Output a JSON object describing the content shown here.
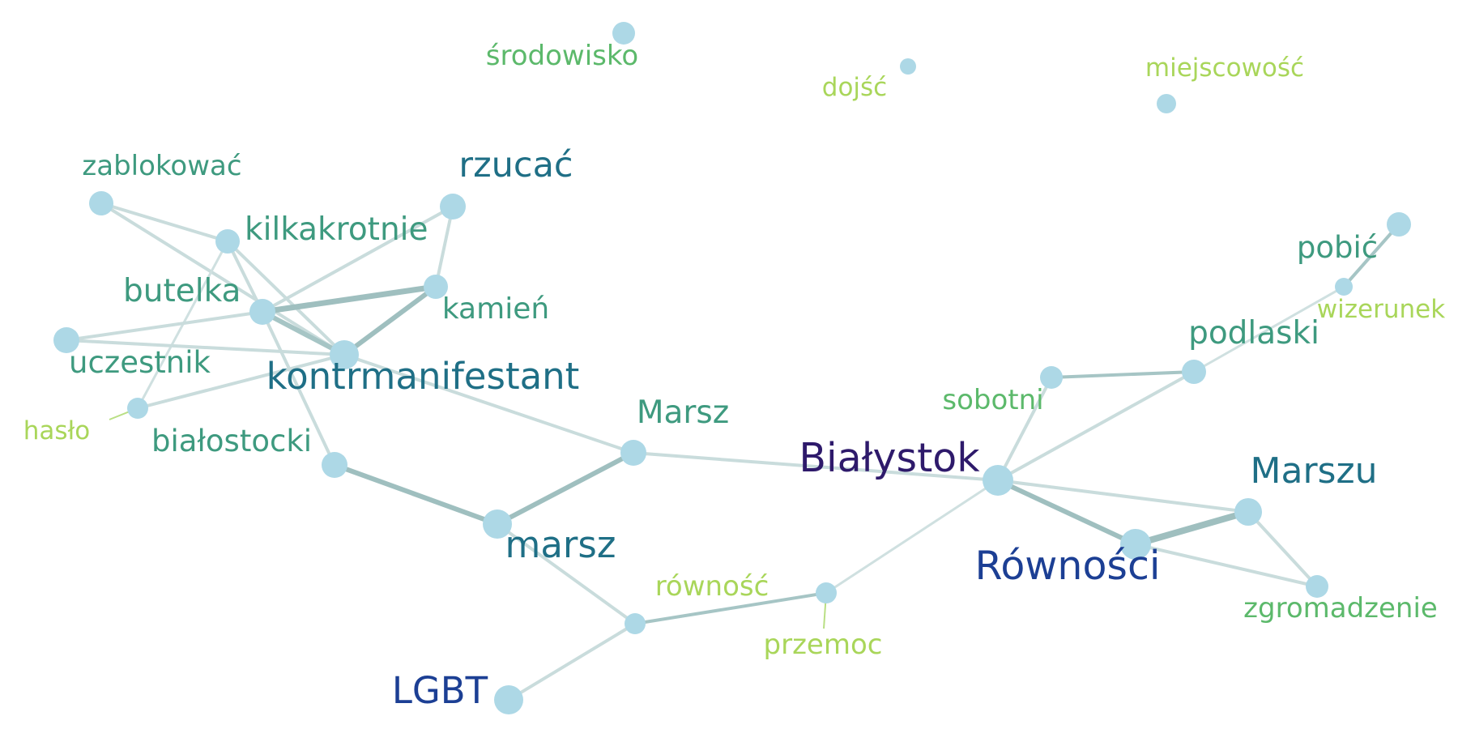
{
  "graph": {
    "nodes": [
      {
        "id": "srodowisko",
        "label": "środowisko",
        "color": "#5cb96b"
      },
      {
        "id": "dojsc",
        "label": "dojść",
        "color": "#a9d65a"
      },
      {
        "id": "miejscowosc",
        "label": "miejscowość",
        "color": "#a9d65a"
      },
      {
        "id": "zablokowac",
        "label": "zablokować",
        "color": "#3e9a7f"
      },
      {
        "id": "rzucac",
        "label": "rzucać",
        "color": "#1f6f86"
      },
      {
        "id": "kilkakrotnie",
        "label": "kilkakrotnie",
        "color": "#3e9a7f"
      },
      {
        "id": "butelka",
        "label": "butelka",
        "color": "#3e9a7f"
      },
      {
        "id": "kamien",
        "label": "kamień",
        "color": "#3e9a7f"
      },
      {
        "id": "uczestnik",
        "label": "uczestnik",
        "color": "#3e9a7f"
      },
      {
        "id": "kontrmanifestant",
        "label": "kontrmanifestant",
        "color": "#1f6f86"
      },
      {
        "id": "haslo",
        "label": "hasło",
        "color": "#a9d65a"
      },
      {
        "id": "bialostocki",
        "label": "białostocki",
        "color": "#3e9a7f"
      },
      {
        "id": "Marsz",
        "label": "Marsz",
        "color": "#3e9a7f"
      },
      {
        "id": "marsz",
        "label": "marsz",
        "color": "#1f6f86"
      },
      {
        "id": "rownosc",
        "label": "równość",
        "color": "#a9d65a"
      },
      {
        "id": "przemoc",
        "label": "przemoc",
        "color": "#a9d65a"
      },
      {
        "id": "LGBT",
        "label": "LGBT",
        "color": "#1c3f94"
      },
      {
        "id": "Bialystok",
        "label": "Białystok",
        "color": "#2e1a6b"
      },
      {
        "id": "sobotni",
        "label": "sobotni",
        "color": "#5cb96b"
      },
      {
        "id": "podlaski",
        "label": "podlaski",
        "color": "#3e9a7f"
      },
      {
        "id": "pobic",
        "label": "pobić",
        "color": "#3e9a7f"
      },
      {
        "id": "wizerunek",
        "label": "wizerunek",
        "color": "#a9d65a"
      },
      {
        "id": "Marszu",
        "label": "Marszu",
        "color": "#1f6f86"
      },
      {
        "id": "Rownosci",
        "label": "Równości",
        "color": "#1c3f94"
      },
      {
        "id": "zgromadzenie",
        "label": "zgromadzenie",
        "color": "#5cb96b"
      }
    ],
    "edges": [
      {
        "source": "zablokowac",
        "target": "kilkakrotnie"
      },
      {
        "source": "zablokowac",
        "target": "kontrmanifestant"
      },
      {
        "source": "kilkakrotnie",
        "target": "kontrmanifestant"
      },
      {
        "source": "kilkakrotnie",
        "target": "haslo"
      },
      {
        "source": "kilkakrotnie",
        "target": "butelka"
      },
      {
        "source": "butelka",
        "target": "rzucac"
      },
      {
        "source": "butelka",
        "target": "kamien"
      },
      {
        "source": "butelka",
        "target": "kontrmanifestant"
      },
      {
        "source": "butelka",
        "target": "uczestnik"
      },
      {
        "source": "butelka",
        "target": "bialostocki"
      },
      {
        "source": "rzucac",
        "target": "kamien"
      },
      {
        "source": "kamien",
        "target": "kontrmanifestant"
      },
      {
        "source": "uczestnik",
        "target": "kontrmanifestant"
      },
      {
        "source": "haslo",
        "target": "kontrmanifestant"
      },
      {
        "source": "kontrmanifestant",
        "target": "Marsz"
      },
      {
        "source": "bialostocki",
        "target": "marsz"
      },
      {
        "source": "Marsz",
        "target": "marsz"
      },
      {
        "source": "Marsz",
        "target": "Bialystok"
      },
      {
        "source": "marsz",
        "target": "rownosc"
      },
      {
        "source": "rownosc",
        "target": "przemoc"
      },
      {
        "source": "rownosc",
        "target": "LGBT"
      },
      {
        "source": "przemoc",
        "target": "Bialystok"
      },
      {
        "source": "Bialystok",
        "target": "sobotni"
      },
      {
        "source": "Bialystok",
        "target": "podlaski"
      },
      {
        "source": "Bialystok",
        "target": "Rownosci"
      },
      {
        "source": "Bialystok",
        "target": "Marszu"
      },
      {
        "source": "sobotni",
        "target": "podlaski"
      },
      {
        "source": "podlaski",
        "target": "wizerunek"
      },
      {
        "source": "wizerunek",
        "target": "pobic"
      },
      {
        "source": "Rownosci",
        "target": "Marszu"
      },
      {
        "source": "Rownosci",
        "target": "zgromadzenie"
      },
      {
        "source": "Marszu",
        "target": "zgromadzenie"
      }
    ]
  }
}
